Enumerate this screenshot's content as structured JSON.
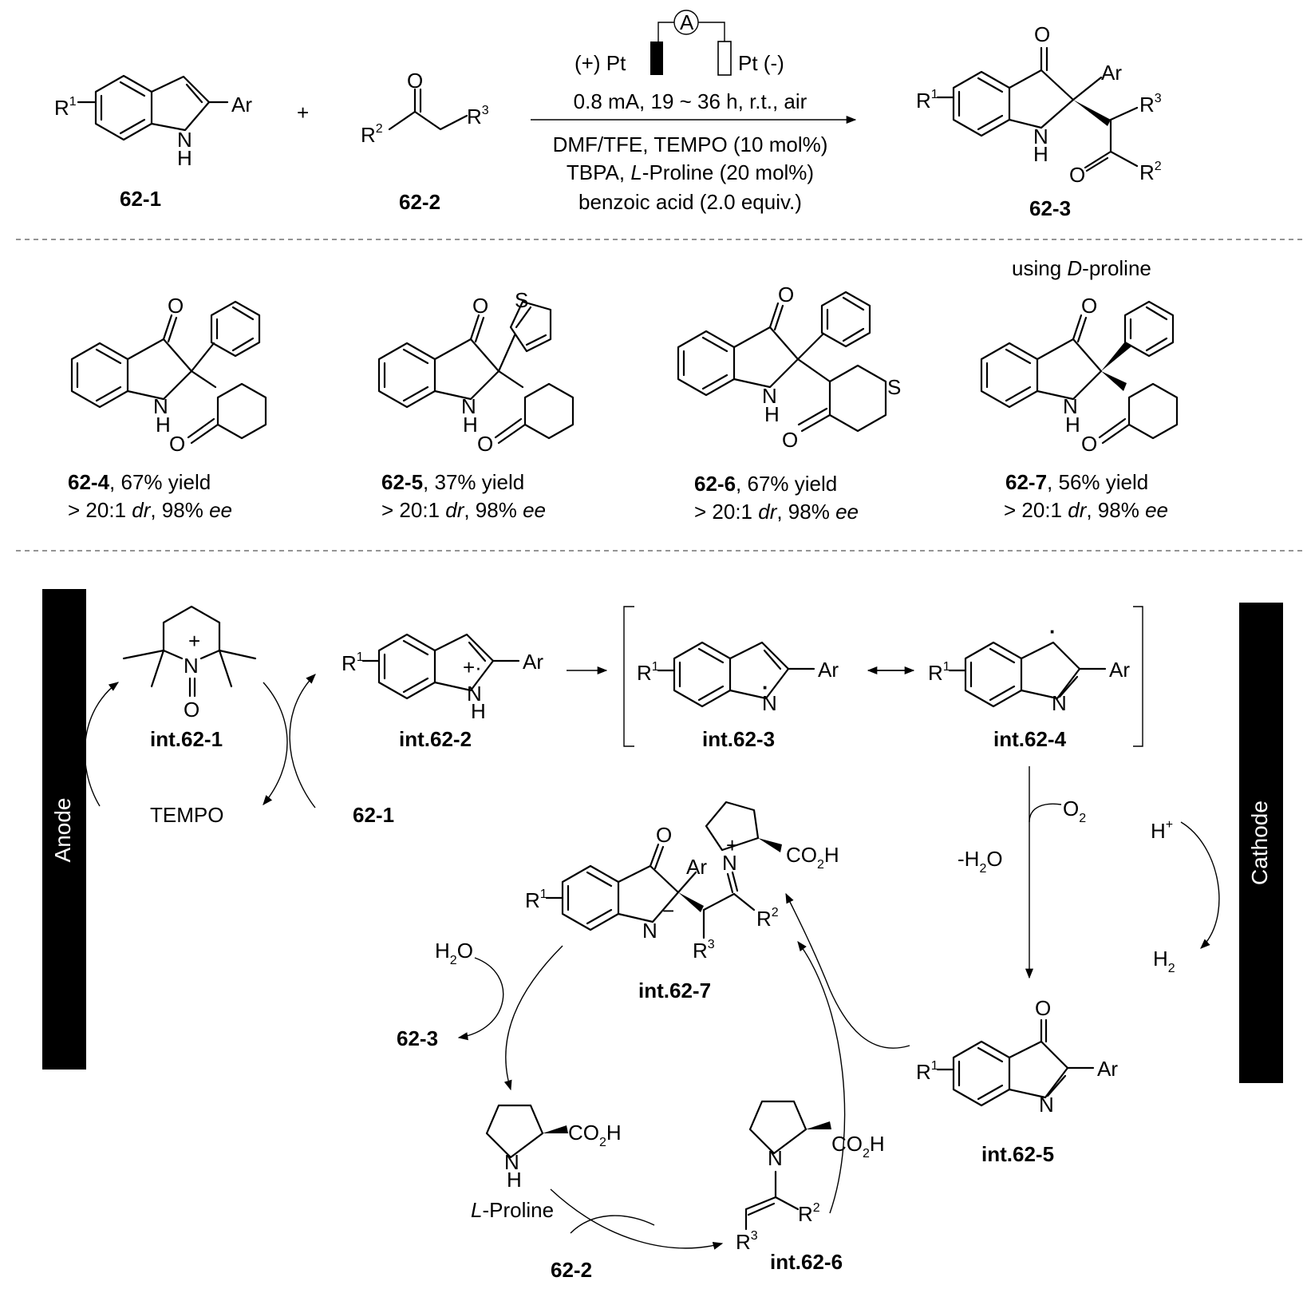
{
  "reaction": {
    "reactant1_label": "62-1",
    "reactant2_label": "62-2",
    "product_label": "62-3",
    "plus": "+",
    "electrode_plus": "(+) Pt",
    "electrode_minus": "Pt (-)",
    "ammeter": "A",
    "cond_line1": "0.8 mA, 19 ~ 36 h, r.t., air",
    "cond_line2": "DMF/TFE, TEMPO (10 mol%)",
    "cond_line3_pre": "TBPA, ",
    "cond_line3_it": "L",
    "cond_line3_post": "-Proline (20 mol%)",
    "cond_line4": "benzoic acid (2.0 equiv.)"
  },
  "atoms": {
    "R": "R",
    "O": "O",
    "N": "N",
    "H": "H",
    "S": "S",
    "Ar": "Ar",
    "sup1": "1",
    "sup2": "2",
    "sup3": "3",
    "plus": "+",
    "minus": "−",
    "radical_plus": "+·",
    "dot": "·",
    "co2h": "CO",
    "sub2": "2",
    "co2h_h": "H"
  },
  "examples": [
    {
      "label": "62-4",
      "yield": ", 67% yield",
      "dr_pre": "> 20:1 ",
      "dr": "dr",
      "ee_pre": ", 98% ",
      "ee": "ee"
    },
    {
      "label": "62-5",
      "yield": ", 37% yield",
      "dr_pre": "> 20:1 ",
      "dr": "dr",
      "ee_pre": ", 98% ",
      "ee": "ee"
    },
    {
      "label": "62-6",
      "yield": ", 67% yield",
      "dr_pre": "> 20:1 ",
      "dr": "dr",
      "ee_pre": ", 98% ",
      "ee": "ee"
    },
    {
      "label": "62-7",
      "yield": ", 56% yield",
      "dr_pre": "> 20:1 ",
      "dr": "dr",
      "ee_pre": ", 98% ",
      "ee": "ee"
    }
  ],
  "example4_note_pre": "using ",
  "example4_note_it": "D",
  "example4_note_post": "-proline",
  "mechanism": {
    "anode": "Anode",
    "cathode": "Cathode",
    "tempo": "TEMPO",
    "int1": "int.62-1",
    "int2": "int.62-2",
    "int3": "int.62-3",
    "int4": "int.62-4",
    "int5": "int.62-5",
    "int6": "int.62-6",
    "int7": "int.62-7",
    "sm_621": "62-1",
    "sm_622": "62-2",
    "prod_623": "62-3",
    "o2": "O",
    "h2o_loss": "-H",
    "h2o_loss_o": "O",
    "h_plus": "H",
    "h2": "H",
    "h2o": "H",
    "h2o_o": "O",
    "proline_it": "L",
    "proline_post": "-Proline"
  }
}
